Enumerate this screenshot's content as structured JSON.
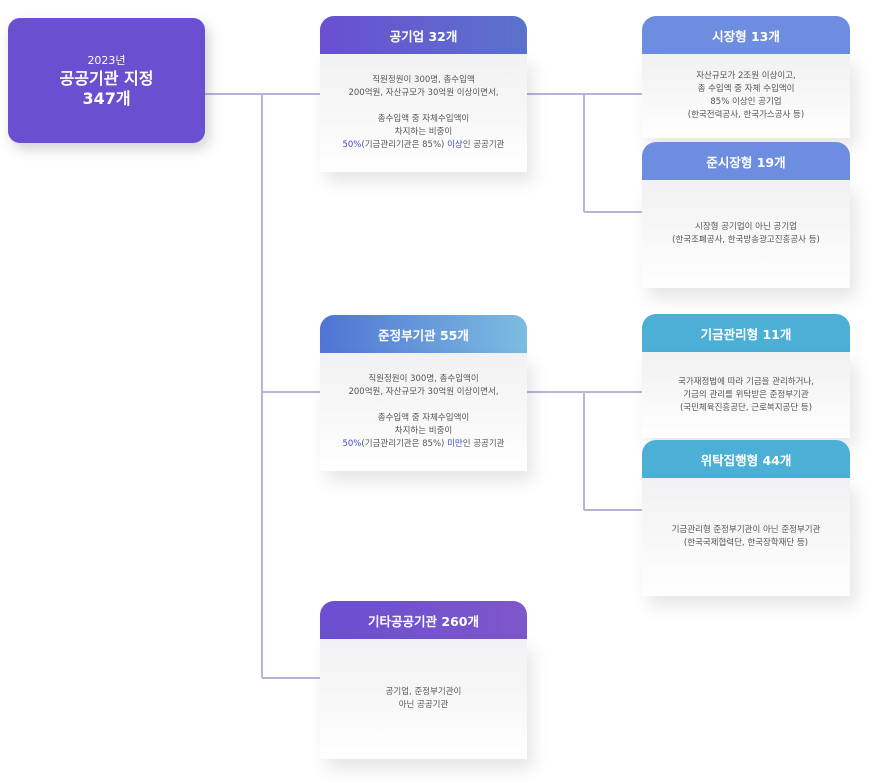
{
  "root": {
    "year": "2023년",
    "title": "공공기관 지정",
    "count": "347개"
  },
  "colors": {
    "primary_purple": "#6a4fd0",
    "blue": "#6d8ee0",
    "sky": "#4bafd6",
    "connector": "#b7b5d6",
    "highlight": "#3e49c9"
  },
  "cards": {
    "gong": {
      "title": "공기업 32개",
      "line1": "직원정원이 300명, 총수입액",
      "line2": "200억원, 자산규모가 30억원 이상이면서,",
      "line3": "총수입액 중 자체수입액이",
      "line4": "차지하는 비중이",
      "pct": "50%",
      "note": "(기금관리기관은 85%)",
      "keyword": "이상",
      "tail": "인 공공기관"
    },
    "jun": {
      "title": "준정부기관 55개",
      "line1": "직원정원이 300명, 총수입액이",
      "line2": "200억원, 자산규모가 30억원 이상이면서,",
      "line3": "총수입액 중 자체수입액이",
      "line4": "차지하는 비중이",
      "pct": "50%",
      "note": "(기금관리기관은 85%)",
      "keyword": "미만",
      "tail": "인 공공기관"
    },
    "etc": {
      "title": "기타공공기관 260개",
      "line1": "공기업, 준정부기관이",
      "line2": "아닌 공공기관"
    },
    "market": {
      "title": "시장형 13개",
      "line1": "자산규모가 2조원 이상이고,",
      "line2": "총 수입액 중 자체 수입액이",
      "line3": "85% 이상인 공기업",
      "line4": "(한국전력공사, 한국가스공사 등)"
    },
    "semi": {
      "title": "준시장형 19개",
      "line1": "시장형 공기업이 아닌 공기업",
      "line2": "(한국조폐공사, 한국방송광고진흥공사 등)"
    },
    "fund": {
      "title": "기금관리형 11개",
      "line1": "국가재정법에 따라 기금을 관리하거나,",
      "line2": "기금의 관리를 위탁받은 준정부기관",
      "line3": "(국민체육진흥공단, 근로복지공단 등)"
    },
    "trust": {
      "title": "위탁집행형 44개",
      "line1": "기금관리형 준정부기관이 아닌 준정부기관",
      "line2": "(한국국제협력단, 한국장학재단 등)"
    }
  }
}
